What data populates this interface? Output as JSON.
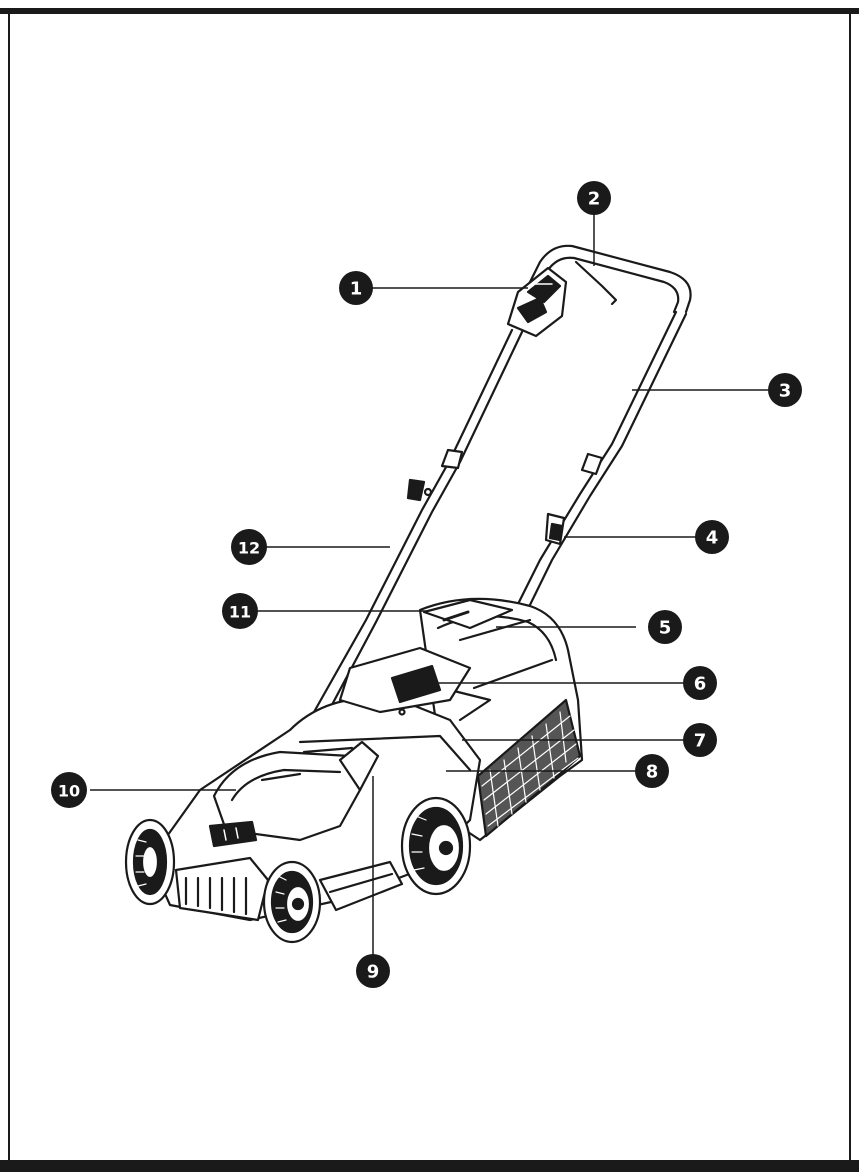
{
  "colors": {
    "ink": "#1a1a1a",
    "paper": "#ffffff"
  },
  "callouts": [
    {
      "label": "1"
    },
    {
      "label": "2"
    },
    {
      "label": "3"
    },
    {
      "label": "4"
    },
    {
      "label": "5"
    },
    {
      "label": "6"
    },
    {
      "label": "7"
    },
    {
      "label": "8"
    },
    {
      "label": "9"
    },
    {
      "label": "10"
    },
    {
      "label": "11"
    },
    {
      "label": "12"
    }
  ]
}
